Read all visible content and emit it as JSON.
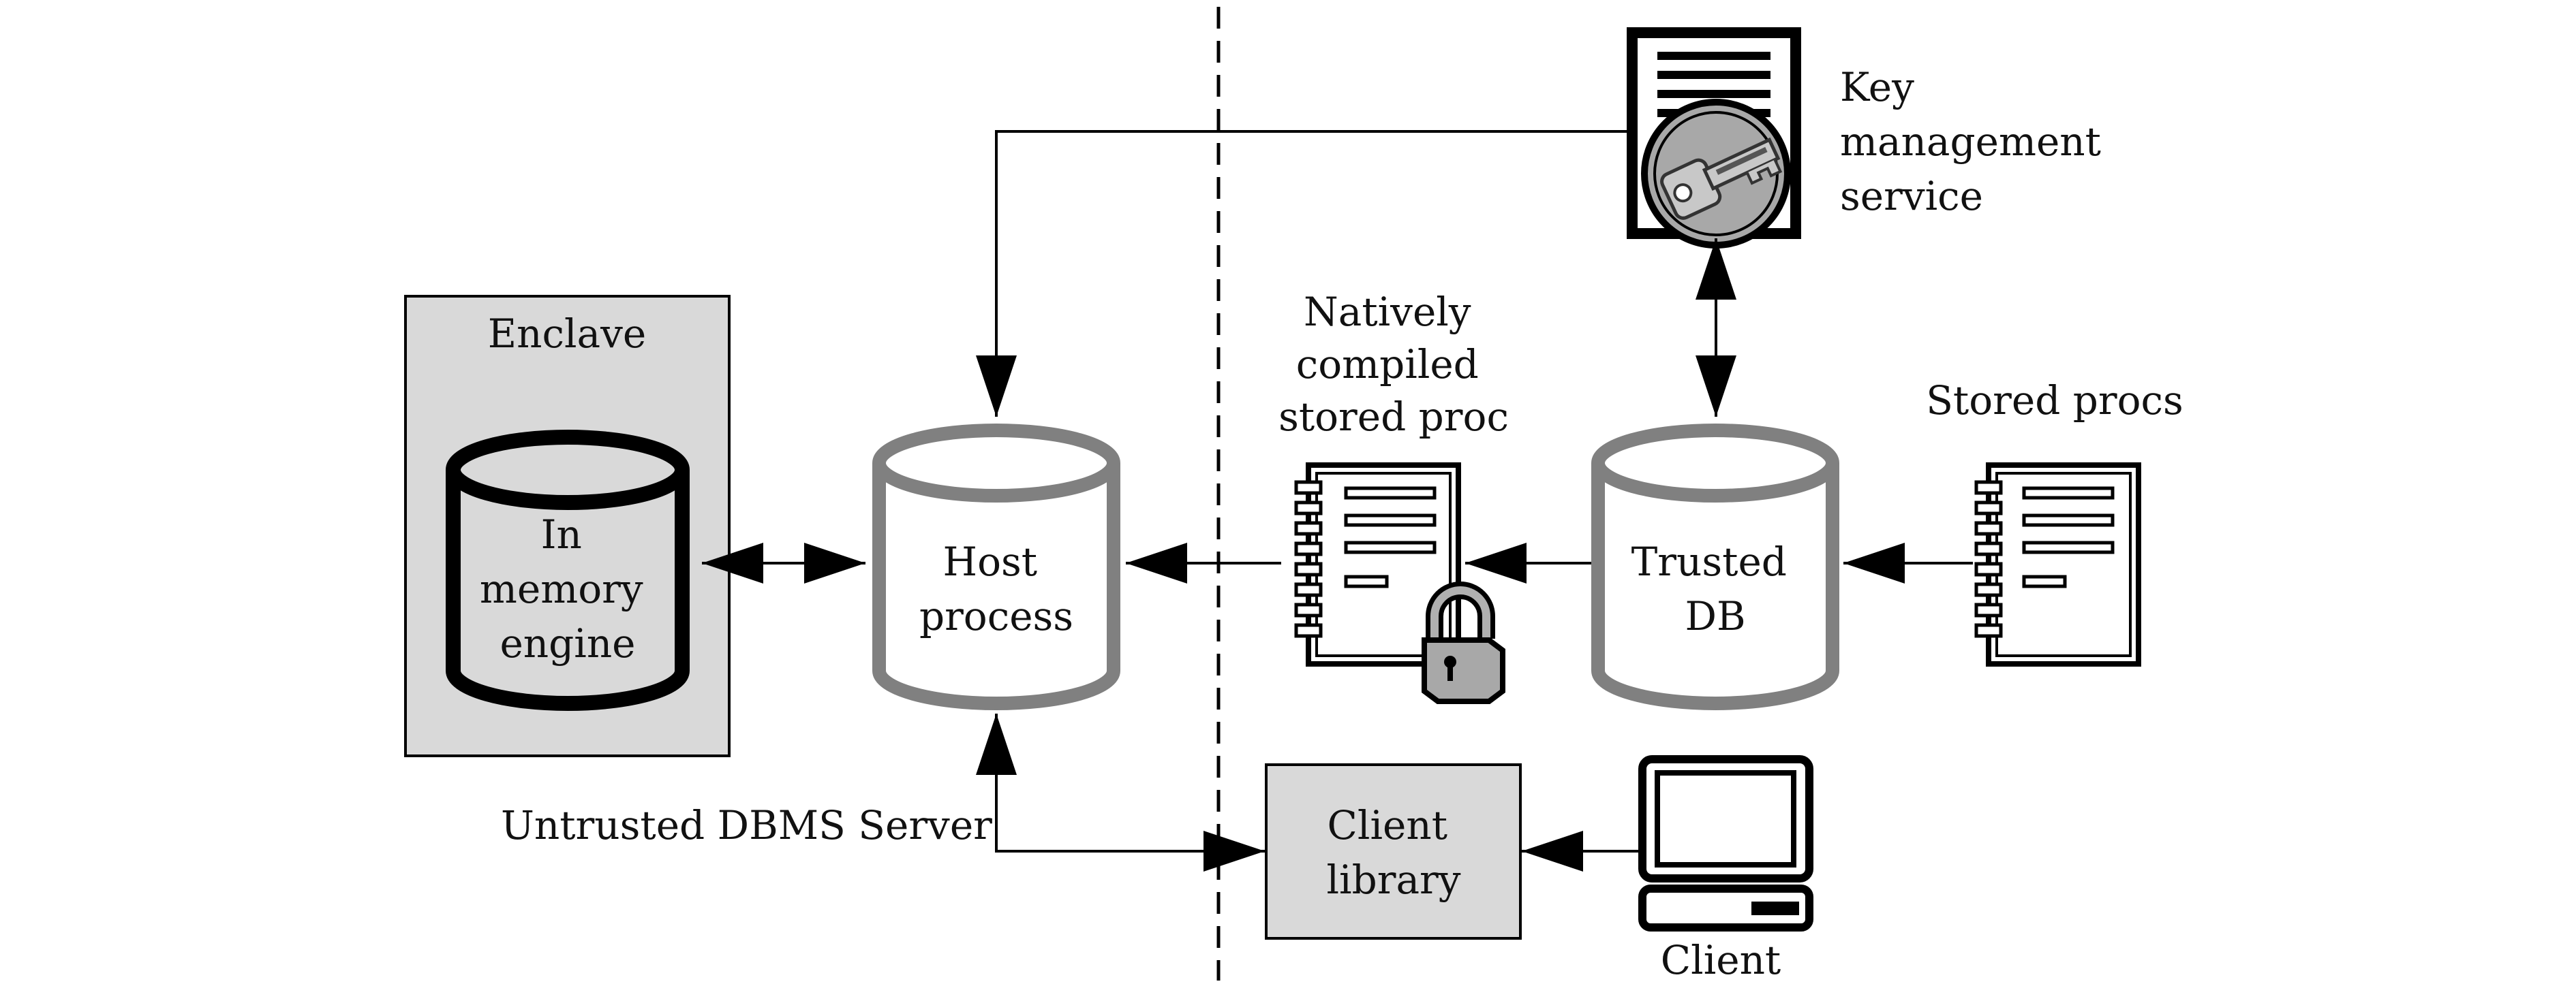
{
  "labels": {
    "enclave": "Enclave",
    "in_memory_engine": [
      "In",
      "memory",
      "engine"
    ],
    "host_process": [
      "Host",
      "process"
    ],
    "natively_compiled": [
      "Natively",
      "compiled",
      "stored proc"
    ],
    "trusted_db": [
      "Trusted",
      "DB"
    ],
    "stored_procs": "Stored procs",
    "key_management_service": [
      "Key",
      "management",
      "service"
    ],
    "untrusted_dbms_server": "Untrusted DBMS Server",
    "client_library": [
      "Client",
      "library"
    ],
    "client": "Client"
  },
  "colors": {
    "box_fill": "#d9d9d9",
    "cylinder_gray": "#808080",
    "line": "#000000"
  },
  "icons": [
    "document-icon",
    "lock-icon",
    "key-icon",
    "computer-icon"
  ]
}
